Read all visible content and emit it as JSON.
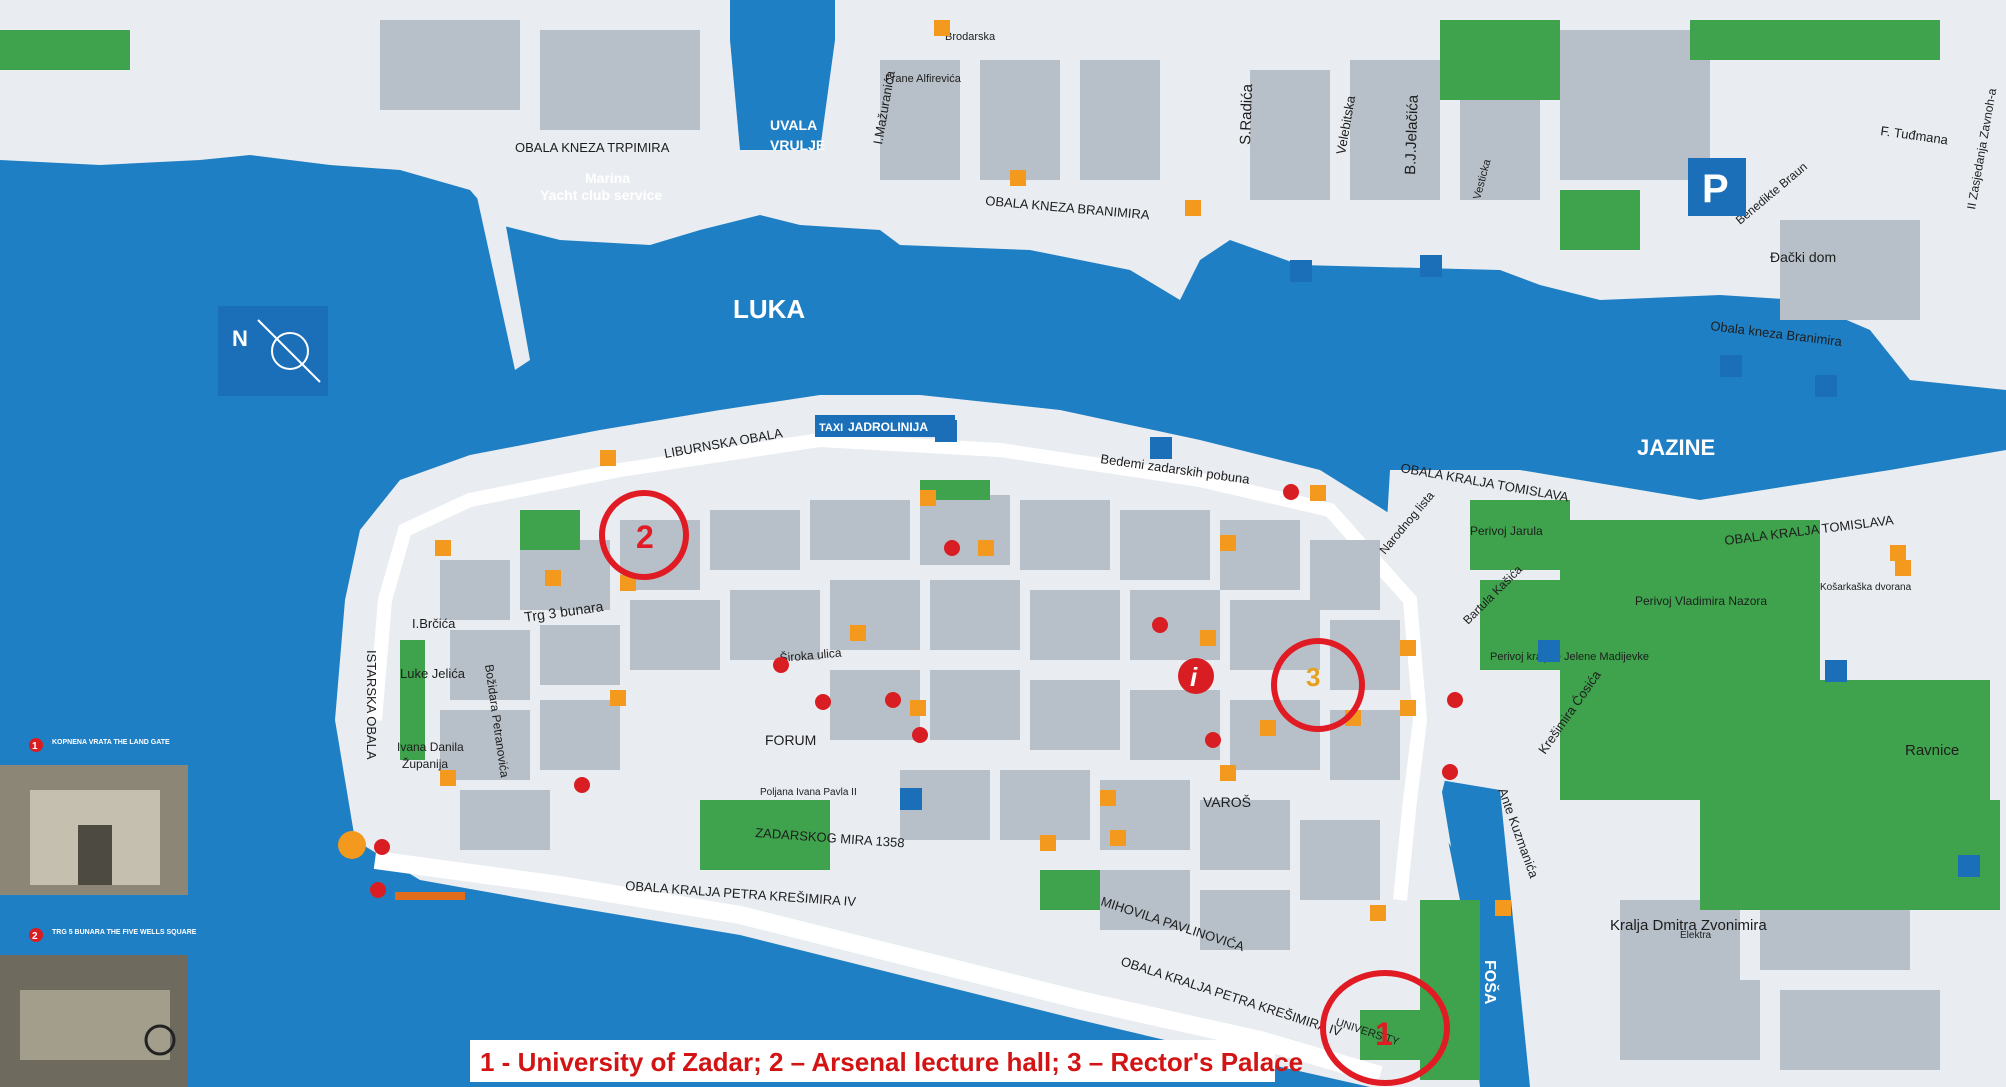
{
  "caption": "1 - University of Zadar; 2 – Arsenal lecture hall; 3 – Rector's Palace",
  "water_labels": {
    "luka": "LUKA",
    "jazine": "JAZINE",
    "uvala_vrulje_1": "UVALA",
    "uvala_vrulje_2": "VRULJE",
    "marina_1": "Marina",
    "marina_2": "Yacht club service",
    "fosa": "FOŠA"
  },
  "streets": {
    "obala_kneza_trpimira": "OBALA KNEZA TRPIMIRA",
    "obala_kneza_branimira": "OBALA KNEZA BRANIMIRA",
    "obala_kneza_branimira_2": "Obala kneza Branimira",
    "liburnska_obala": "LIBURNSKA OBALA",
    "bedemi_zadarskih_pobuna": "Bedemi zadarskih pobuna",
    "obala_kralja_tomislava": "OBALA KRALJA TOMISLAVA",
    "obala_kralja_tomislava_2": "OBALA KRALJA TOMISLAVA",
    "istarska_obala": "ISTARSKA OBALA",
    "obala_kralja_petra": "OBALA KRALJA PETRA KREŠIMIRA IV",
    "obala_kralja_petra_2": "OBALA KRALJA PETRA KREŠIMIRA IV",
    "zadarskog_mira": "ZADARSKOG MIRA 1358",
    "mihovila_pavlinovica": "MIHOVILA PAVLINOVIĆA",
    "kralja_dmitra": "Kralja Dmitra Zvonimira",
    "ante_kuzmanica": "Ante Kuzmanića",
    "kresimira_cosica": "Krešimira Ćosića",
    "ravnice": "Ravnice",
    "f_tudmana": "F. Tuđmana",
    "benedikte_braun": "Benedikte Braun",
    "zasjedanja": "II Zasjedanja Zavnoh-a",
    "brodarska": "Brodarska",
    "frane_alfirevica": "Frane Alfirevića",
    "mazuranica": "I.Mažuranića",
    "s_radica": "S.Radića",
    "velebitska": "Velebitska",
    "bj_jelacica": "B.J.Jelačića",
    "vesticka": "Vesticka",
    "siroka_ulica": "Široka ulica",
    "narodnog_lista": "Narodnog lista",
    "bartula_kasica": "Bartula Kašića",
    "bozidara": "Božidara Petranovića",
    "trg_3_bunara": "Trg 3 bunara",
    "i_brcica": "I.Brčića",
    "luke_jelica": "Luke Jelića",
    "ivana_danila": "Ivana Danila",
    "zupanija": "Županija",
    "varos": "VAROŠ",
    "forum": "FORUM",
    "poljana_ivana_pavla": "Poljana Ivana Pavla II",
    "jadrolinija": "JADROLINIJA",
    "taxi": "TAXI",
    "dacki_dom": "Đački dom",
    "perivoj_jarula": "Perivoj Jarula",
    "perivoj_vladimira_nazora": "Perivoj Vladimira Nazora",
    "perivoj_kraljice": "Perivoj kraljice Jelene Madijevke",
    "kosarkaska_dvorana": "Košarkaška dvorana",
    "elektra": "Elektra",
    "university": "UNIVERSITY"
  },
  "markers": {
    "m1": "1",
    "m2": "2",
    "m3": "3"
  },
  "legend": {
    "card1_num": "1",
    "card1_title": "KOPNENA VRATA THE LAND GATE",
    "card2_num": "2",
    "card2_title": "TRG 5 BUNARA THE FIVE WELLS SQUARE"
  },
  "icons": {
    "north": "N",
    "parking": "P",
    "wc": "WC",
    "info": "i"
  },
  "colors": {
    "sea": "#1f7fc4",
    "land": "#e9edf1",
    "building": "#b7c0c8",
    "park": "#3fa34d",
    "road": "#ffffff",
    "accent_red": "#e01b24",
    "orange": "#f39a1e",
    "blue_icon": "#1a6fb8"
  }
}
